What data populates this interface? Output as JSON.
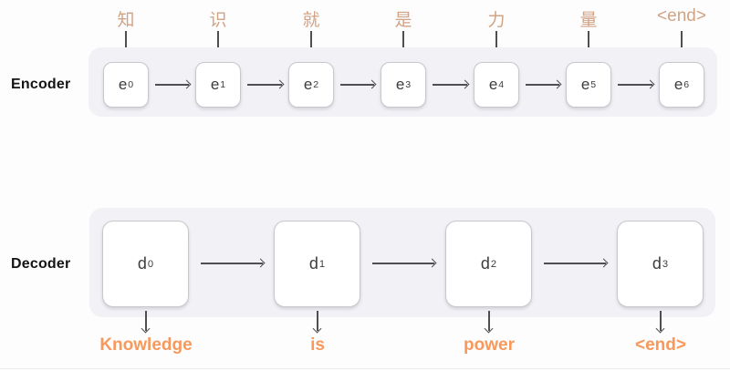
{
  "diagram": {
    "encoder": {
      "label": "Encoder",
      "inputs": [
        "知",
        "识",
        "就",
        "是",
        "力",
        "量",
        "<end>"
      ],
      "cells": [
        {
          "base": "e",
          "sub": "0"
        },
        {
          "base": "e",
          "sub": "1"
        },
        {
          "base": "e",
          "sub": "2"
        },
        {
          "base": "e",
          "sub": "3"
        },
        {
          "base": "e",
          "sub": "4"
        },
        {
          "base": "e",
          "sub": "5"
        },
        {
          "base": "e",
          "sub": "6"
        }
      ]
    },
    "decoder": {
      "label": "Decoder",
      "cells": [
        {
          "base": "d",
          "sub": "0"
        },
        {
          "base": "d",
          "sub": "1"
        },
        {
          "base": "d",
          "sub": "2"
        },
        {
          "base": "d",
          "sub": "3"
        }
      ],
      "outputs": [
        "Knowledge",
        "is",
        "power",
        "<end>"
      ]
    },
    "colors": {
      "input_token": "#d1a284",
      "output_token": "#f8995b",
      "track_background": "#f1f1f6",
      "cell_border": "#c7c7cc",
      "arrow": "#4f4f52",
      "section_label": "#141414"
    }
  }
}
